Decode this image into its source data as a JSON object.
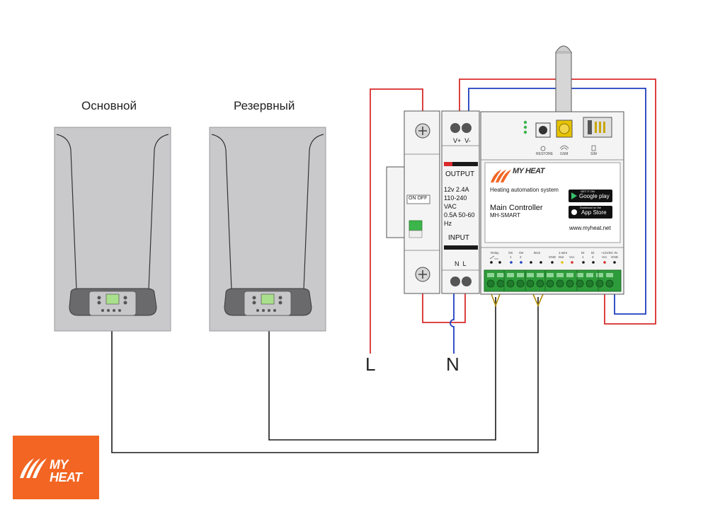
{
  "boilers": {
    "main_label": "Основной",
    "reserve_label": "Резервный"
  },
  "breaker": {
    "switch_label": "ON OFF"
  },
  "psu": {
    "terminals_top": "V+  V-",
    "output_label": "OUTPUT",
    "spec_text": "12v 2.4A\n110-240\nVAC\n0.5A 50-60\nHz",
    "input_label": "INPUT",
    "terminals_bottom": "N  L"
  },
  "controller": {
    "brand": "MY HEAT",
    "tagline": "Heating automation system",
    "model_title": "Main Controller",
    "model_code": "MH-SMART",
    "website": "www.myheat.net",
    "store_google_top": "GET IT ON",
    "store_google": "Google play",
    "store_apple_top": "Download on the",
    "store_apple": "App Store",
    "top_labels": [
      "RESTORE",
      "GSM",
      "SIM"
    ],
    "terminal_groups": [
      "Relay",
      "OK",
      "OK",
      "BUS",
      "1-wire",
      "DI",
      "DI",
      "+12VDC IN"
    ],
    "terminal_pins": [
      "",
      "",
      "1",
      "2",
      "",
      "",
      "GND",
      "Dat",
      "Vcc",
      "1",
      "2",
      "Vcc",
      "GND"
    ]
  },
  "mains": {
    "line_label": "L",
    "neutral_label": "N"
  },
  "logo": {
    "brand": "MY HEAT"
  },
  "colors": {
    "live_wire": "#d92b2b",
    "neutral_wire": "#1f3fbf",
    "signal_wire": "#1a1a1a",
    "terminal_green": "#2e9b3a",
    "brand_orange": "#f26522",
    "boiler_body": "#c9c9cb"
  }
}
